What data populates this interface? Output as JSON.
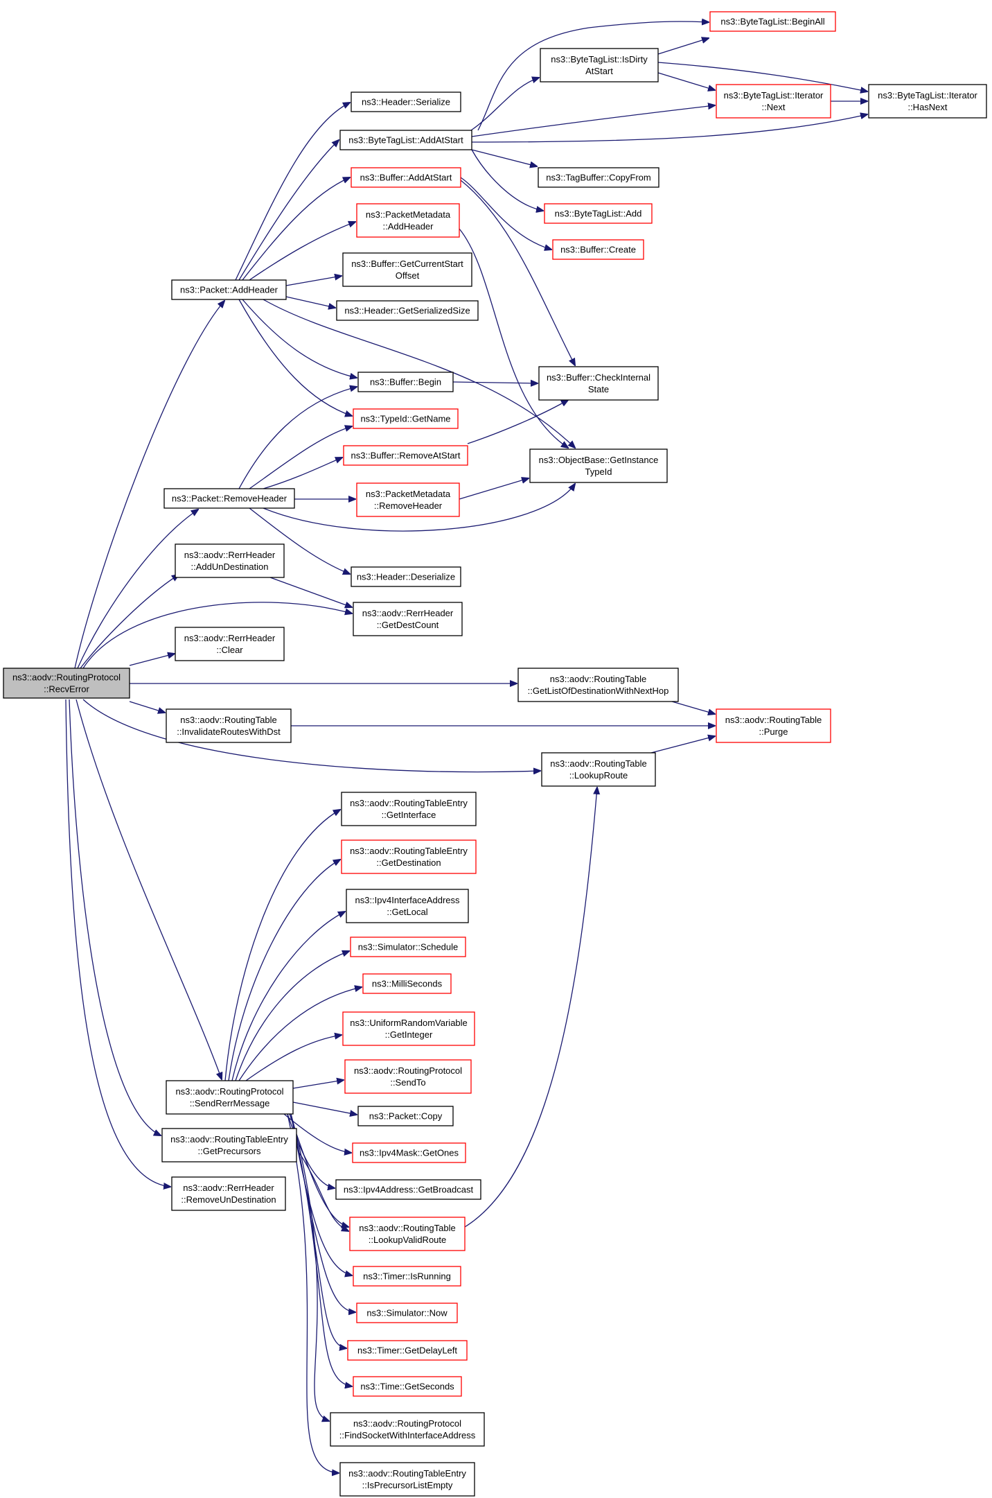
{
  "nodes": {
    "recv_error": [
      "ns3::aodv::RoutingProtocol",
      "::RecvError"
    ],
    "packet_addheader": [
      "ns3::Packet::AddHeader"
    ],
    "header_serialize": [
      "ns3::Header::Serialize"
    ],
    "bytetaglist_addatstart": [
      "ns3::ByteTagList::AddAtStart"
    ],
    "buffer_addatstart": [
      "ns3::Buffer::AddAtStart"
    ],
    "packetmetadata_addheader": [
      "ns3::PacketMetadata",
      "::AddHeader"
    ],
    "buffer_getcurrentstartoffset": [
      "ns3::Buffer::GetCurrentStart",
      "Offset"
    ],
    "header_getserializedsize": [
      "ns3::Header::GetSerializedSize"
    ],
    "buffer_begin": [
      "ns3::Buffer::Begin"
    ],
    "typeid_getname": [
      "ns3::TypeId::GetName"
    ],
    "buffer_removeatstart": [
      "ns3::Buffer::RemoveAtStart"
    ],
    "packet_removeheader": [
      "ns3::Packet::RemoveHeader"
    ],
    "packetmetadata_removeheader": [
      "ns3::PacketMetadata",
      "::RemoveHeader"
    ],
    "header_deserialize": [
      "ns3::Header::Deserialize"
    ],
    "rerrheader_addundestination": [
      "ns3::aodv::RerrHeader",
      "::AddUnDestination"
    ],
    "rerrheader_getdestcount": [
      "ns3::aodv::RerrHeader",
      "::GetDestCount"
    ],
    "rerrheader_clear": [
      "ns3::aodv::RerrHeader",
      "::Clear"
    ],
    "bytetaglist_isdirtyatstart": [
      "ns3::ByteTagList::IsDirty",
      "AtStart"
    ],
    "bytetaglist_beginall": [
      "ns3::ByteTagList::BeginAll"
    ],
    "bytetaglist_iterator_next": [
      "ns3::ByteTagList::Iterator",
      "::Next"
    ],
    "bytetaglist_iterator_hasnext": [
      "ns3::ByteTagList::Iterator",
      "::HasNext"
    ],
    "tagbuffer_copyfrom": [
      "ns3::TagBuffer::CopyFrom"
    ],
    "bytetaglist_add": [
      "ns3::ByteTagList::Add"
    ],
    "buffer_create": [
      "ns3::Buffer::Create"
    ],
    "buffer_checkinternalstate": [
      "ns3::Buffer::CheckInternal",
      "State"
    ],
    "objectbase_getinstancetypeid": [
      "ns3::ObjectBase::GetInstance",
      "TypeId"
    ],
    "routingtable_getlistofdestination": [
      "ns3::aodv::RoutingTable",
      "::GetListOfDestinationWithNextHop"
    ],
    "routingtable_invalidateroutes": [
      "ns3::aodv::RoutingTable",
      "::InvalidateRoutesWithDst"
    ],
    "routingtable_purge": [
      "ns3::aodv::RoutingTable",
      "::Purge"
    ],
    "routingtable_lookuproute": [
      "ns3::aodv::RoutingTable",
      "::LookupRoute"
    ],
    "rte_getinterface": [
      "ns3::aodv::RoutingTableEntry",
      "::GetInterface"
    ],
    "rte_getdestination": [
      "ns3::aodv::RoutingTableEntry",
      "::GetDestination"
    ],
    "ipv4interfaceaddress_getlocal": [
      "ns3::Ipv4InterfaceAddress",
      "::GetLocal"
    ],
    "simulator_schedule": [
      "ns3::Simulator::Schedule"
    ],
    "milliseconds": [
      "ns3::MilliSeconds"
    ],
    "uniformrandomvariable_getinteger": [
      "ns3::UniformRandomVariable",
      "::GetInteger"
    ],
    "routingprotocol_sendto": [
      "ns3::aodv::RoutingProtocol",
      "::SendTo"
    ],
    "sendrerrmessage": [
      "ns3::aodv::RoutingProtocol",
      "::SendRerrMessage"
    ],
    "packet_copy": [
      "ns3::Packet::Copy"
    ],
    "ipv4mask_getones": [
      "ns3::Ipv4Mask::GetOnes"
    ],
    "rte_getprecursors": [
      "ns3::aodv::RoutingTableEntry",
      "::GetPrecursors"
    ],
    "ipv4address_getbroadcast": [
      "ns3::Ipv4Address::GetBroadcast"
    ],
    "rerrheader_removeundestination": [
      "ns3::aodv::RerrHeader",
      "::RemoveUnDestination"
    ],
    "routingtable_lookupvalidroute": [
      "ns3::aodv::RoutingTable",
      "::LookupValidRoute"
    ],
    "timer_isrunning": [
      "ns3::Timer::IsRunning"
    ],
    "simulator_now": [
      "ns3::Simulator::Now"
    ],
    "timer_getdelayleft": [
      "ns3::Timer::GetDelayLeft"
    ],
    "time_getseconds": [
      "ns3::Time::GetSeconds"
    ],
    "findsocketwithinterfaceaddress": [
      "ns3::aodv::RoutingProtocol",
      "::FindSocketWithInterfaceAddress"
    ],
    "rte_isprecursorlistempty": [
      "ns3::aodv::RoutingTableEntry",
      "::IsPrecursorListEmpty"
    ]
  },
  "colors": {
    "edge": "#191970",
    "normal_border": "#000000",
    "truncated_border": "#ff0000",
    "root_fill": "#bfbfbf"
  }
}
